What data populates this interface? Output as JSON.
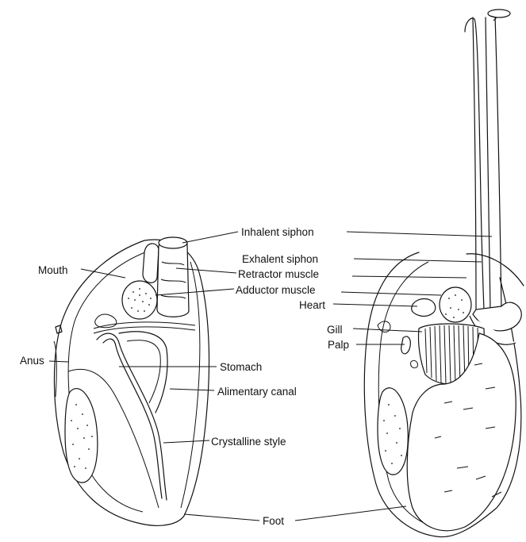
{
  "labels": {
    "inhalent_siphon": "Inhalent siphon",
    "exhalent_siphon": "Exhalent siphon",
    "retractor_muscle": "Retractor muscle",
    "adductor_muscle": "Adductor muscle",
    "heart": "Heart",
    "gill": "Gill",
    "palp": "Palp",
    "mouth": "Mouth",
    "anus": "Anus",
    "stomach": "Stomach",
    "alimentary_canal": "Alimentary canal",
    "crystalline_style": "Crystalline style",
    "foot": "Foot"
  },
  "colors": {
    "ink": "#111111",
    "background": "#ffffff"
  }
}
